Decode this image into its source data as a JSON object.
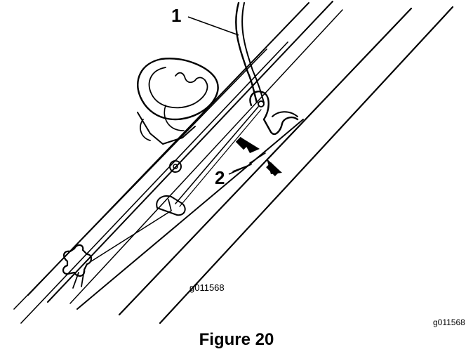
{
  "callouts": {
    "one": "1",
    "two": "2"
  },
  "graphic_code": "g011568",
  "corner_code": "g011568",
  "caption": "Figure 20",
  "colors": {
    "line": "#000000",
    "background": "#ffffff"
  }
}
